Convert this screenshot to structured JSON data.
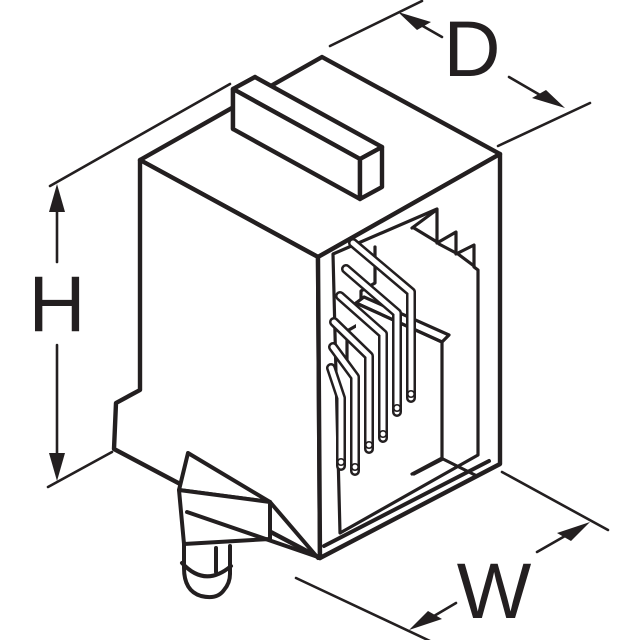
{
  "figure": {
    "type": "isometric-technical-line-drawing",
    "subject": "right-angle modular jack connector (RJ-style) with PCB latch peg",
    "line_color": "#231f20",
    "background_color": "#ffffff",
    "dimensions": {
      "height_label": "H",
      "depth_label": "D",
      "width_label": "W"
    }
  }
}
